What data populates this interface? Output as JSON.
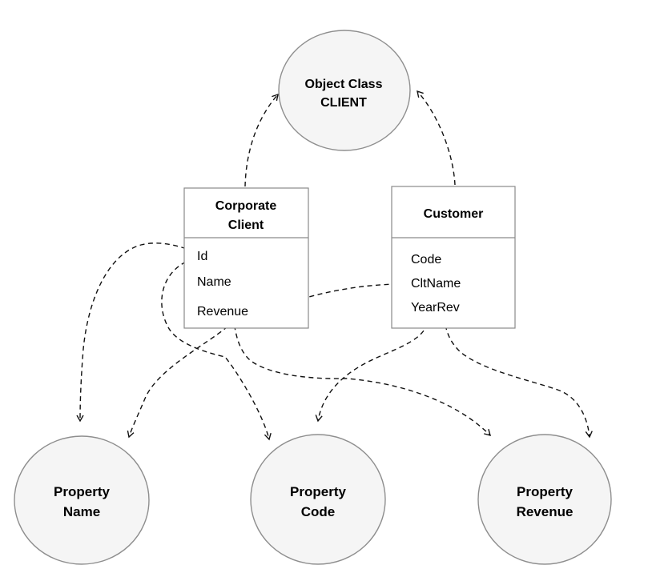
{
  "object_class": {
    "line1": "Object Class",
    "line2": "CLIENT"
  },
  "entities": {
    "corporate_client": {
      "title_line1": "Corporate",
      "title_line2": "Client",
      "attributes": [
        "Id",
        "Name",
        "Revenue"
      ]
    },
    "customer": {
      "title": "Customer",
      "attributes": [
        "Code",
        "CltName",
        "YearRev"
      ]
    }
  },
  "properties": {
    "name": {
      "line1": "Property",
      "line2": "Name"
    },
    "code": {
      "line1": "Property",
      "line2": "Code"
    },
    "revenue": {
      "line1": "Property",
      "line2": "Revenue"
    }
  },
  "connections": [
    {
      "from": "Corporate Client",
      "to": "Object Class CLIENT"
    },
    {
      "from": "Customer",
      "to": "Object Class CLIENT"
    },
    {
      "from": "Corporate Client.Name",
      "to": "Property Name"
    },
    {
      "from": "Customer.CltName",
      "to": "Property Name"
    },
    {
      "from": "Corporate Client.Id",
      "to": "Property Code"
    },
    {
      "from": "Customer.Code",
      "to": "Property Code"
    },
    {
      "from": "Corporate Client.Revenue",
      "to": "Property Revenue"
    },
    {
      "from": "Customer.YearRev",
      "to": "Property Revenue"
    }
  ],
  "colors": {
    "background": "#ffffff",
    "node_fill": "#f5f5f5",
    "node_stroke": "#8e8e8e",
    "box_stroke": "#8a8a8a",
    "line": "#111111",
    "text": "#000000"
  }
}
